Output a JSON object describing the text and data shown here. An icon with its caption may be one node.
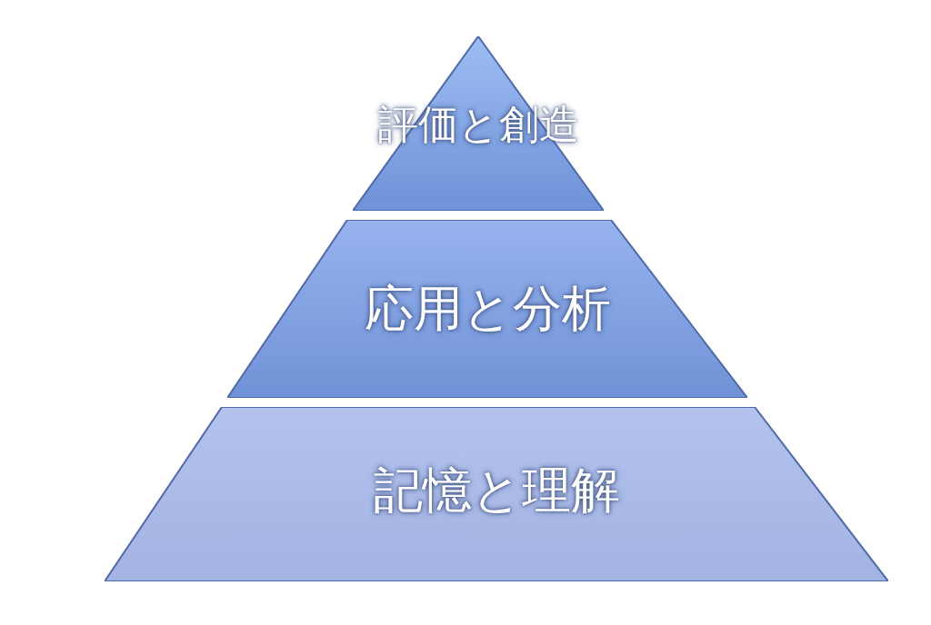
{
  "diagram": {
    "nodes": [
      {
        "text": [
          "評価と創造"
        ]
      },
      {
        "text": [
          "応用と分析"
        ]
      },
      {
        "text": [
          "記憶と理解"
        ]
      }
    ]
  }
}
